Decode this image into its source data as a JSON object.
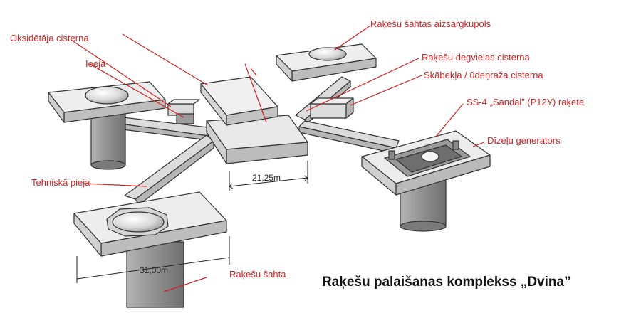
{
  "title": "Raķešu palaišanas komplekss „Dvina”",
  "labels": {
    "oxidizer_tank": "Oksidētāja cisterna",
    "entrance": "Ieeja",
    "dome": "Raķešu šahtas aizsargkupols",
    "fuel_tank": "Raķešu degvielas cisterna",
    "acid_tank": "Skābekļa / ūdeņraža cisterna",
    "missile": "SS-4 „Sandal” (Р12У) raķete",
    "diesel": "Dīzeļu generators",
    "tech_passage": "Tehniskā pieja",
    "silo": "Raķešu šahta"
  },
  "dimensions": {
    "center_width": "21,25m",
    "silo_width": "31,00m"
  },
  "colors": {
    "label": "#d42020",
    "line": "#333333",
    "leader": "#d42020",
    "concrete": "#e6e6e6",
    "shadow": "#a8a8a8"
  }
}
